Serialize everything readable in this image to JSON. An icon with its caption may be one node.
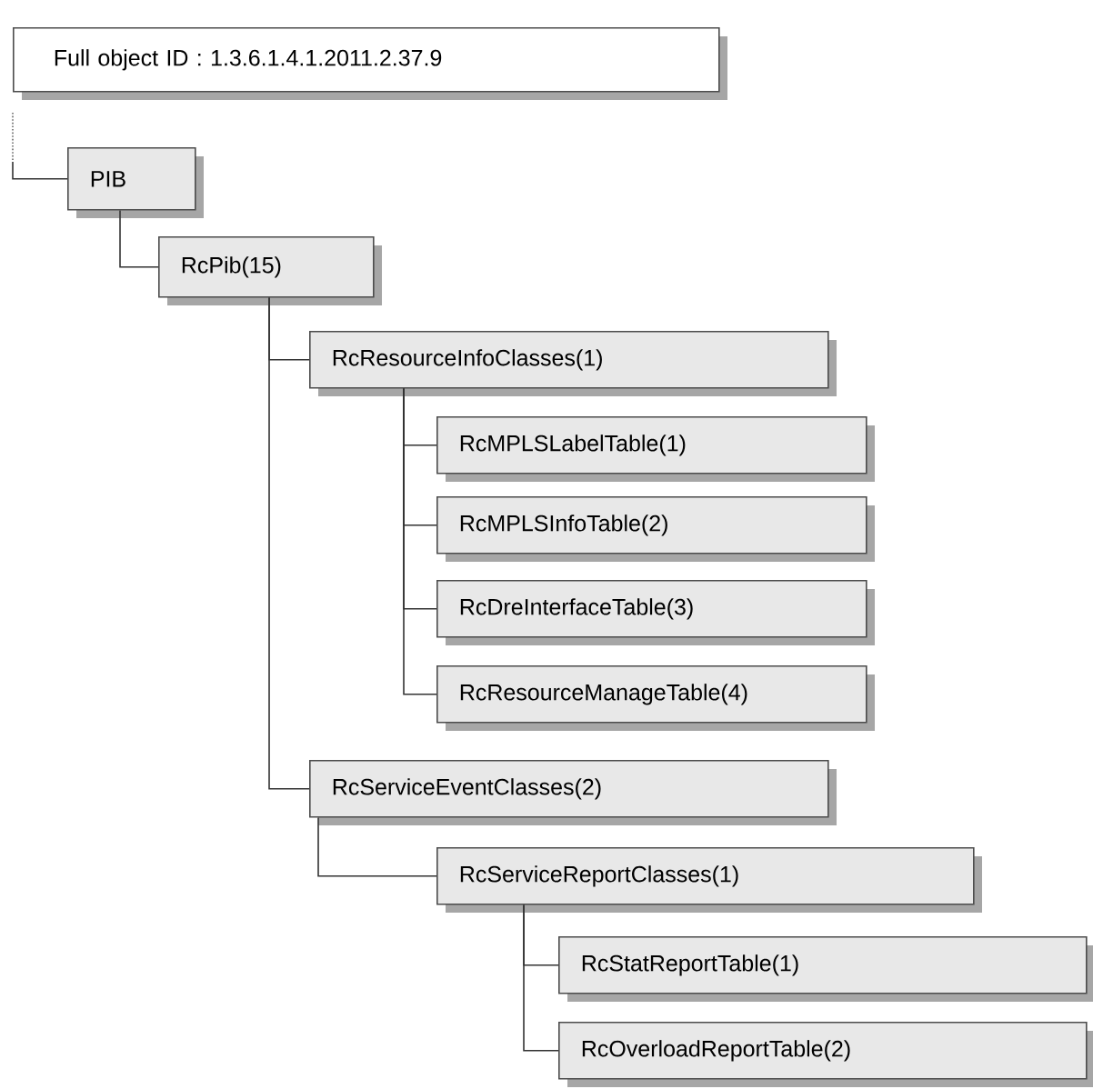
{
  "diagram": {
    "nodes": [
      {
        "text": [
          "Full object ID : 1.3.6.1.4.1.2011.2.37.9"
        ]
      },
      {
        "text": [
          "PIB"
        ]
      },
      {
        "text": [
          "RcPib(15)"
        ]
      },
      {
        "text": [
          "RcResourceInfoClasses(1)"
        ]
      },
      {
        "text": [
          "RcMPLSLabelTable(1)"
        ]
      },
      {
        "text": [
          "RcMPLSInfoTable(2)"
        ]
      },
      {
        "text": [
          "RcDreInterfaceTable(3)"
        ]
      },
      {
        "text": [
          "RcResourceManageTable(4)"
        ]
      },
      {
        "text": [
          "RcServiceEventClasses(2)"
        ]
      },
      {
        "text": [
          "RcServiceReportClasses(1)"
        ]
      },
      {
        "text": [
          "RcStatReportTable(1)"
        ]
      },
      {
        "text": [
          "RcOverloadReportTable(2)"
        ]
      }
    ],
    "edges": [
      {
        "from": null,
        "to": 1,
        "arrow": "none"
      },
      {
        "from": 1,
        "to": 2,
        "arrow": "none"
      },
      {
        "from": 2,
        "to": 3,
        "arrow": "none"
      },
      {
        "from": 3,
        "to": 4,
        "arrow": "none"
      },
      {
        "from": 3,
        "to": 5,
        "arrow": "none"
      },
      {
        "from": 3,
        "to": 6,
        "arrow": "none"
      },
      {
        "from": 3,
        "to": 7,
        "arrow": "none"
      },
      {
        "from": 2,
        "to": 8,
        "arrow": "none"
      },
      {
        "from": 8,
        "to": 9,
        "arrow": "none"
      },
      {
        "from": 9,
        "to": 10,
        "arrow": "none"
      },
      {
        "from": 9,
        "to": 11,
        "arrow": "none"
      }
    ]
  }
}
